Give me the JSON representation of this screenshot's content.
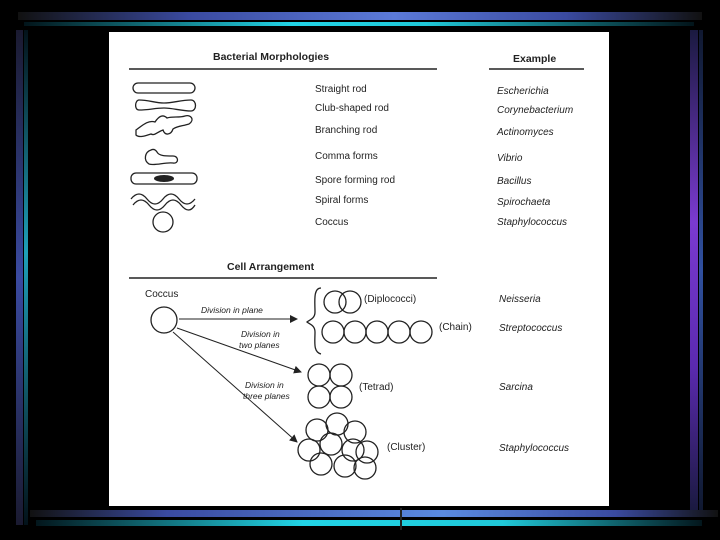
{
  "header": {
    "morphologies_title": "Bacterial Morphologies",
    "example_title": "Example",
    "arrangement_title": "Cell Arrangement"
  },
  "morphologies": [
    {
      "label": "Straight rod",
      "example": "Escherichia"
    },
    {
      "label": "Club-shaped rod",
      "example": "Corynebacterium"
    },
    {
      "label": "Branching rod",
      "example": "Actinomyces"
    },
    {
      "label": "Comma forms",
      "example": "Vibrio"
    },
    {
      "label": "Spore forming rod",
      "example": "Bacillus"
    },
    {
      "label": "Spiral forms",
      "example": "Spirochaeta"
    },
    {
      "label": "Coccus",
      "example": "Staphylococcus"
    }
  ],
  "arrangement": {
    "coccus_label": "Coccus",
    "division_plane": "Division in plane",
    "division_two_1": "Division in",
    "division_two_2": "two planes",
    "division_three_1": "Division in",
    "division_three_2": "three planes",
    "groups": [
      {
        "label": "(Diplococci)",
        "example": "Neisseria"
      },
      {
        "label": "(Chain)",
        "example": "Streptococcus"
      },
      {
        "label": "(Tetrad)",
        "example": "Sarcina"
      },
      {
        "label": "(Cluster)",
        "example": "Staphylococcus"
      }
    ]
  }
}
